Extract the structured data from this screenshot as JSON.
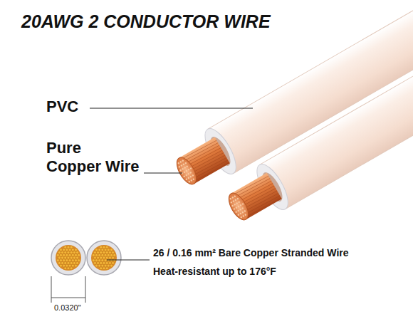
{
  "diagram": {
    "title": "20AWG 2 CONDUCTOR WIRE",
    "labels": [
      "PVC",
      "Pure Copper Wire",
      "26 / 0.16 mm² Bare Copper Stranded Wire",
      "Heat-resistant up to 176°F",
      "0.0320\""
    ]
  }
}
